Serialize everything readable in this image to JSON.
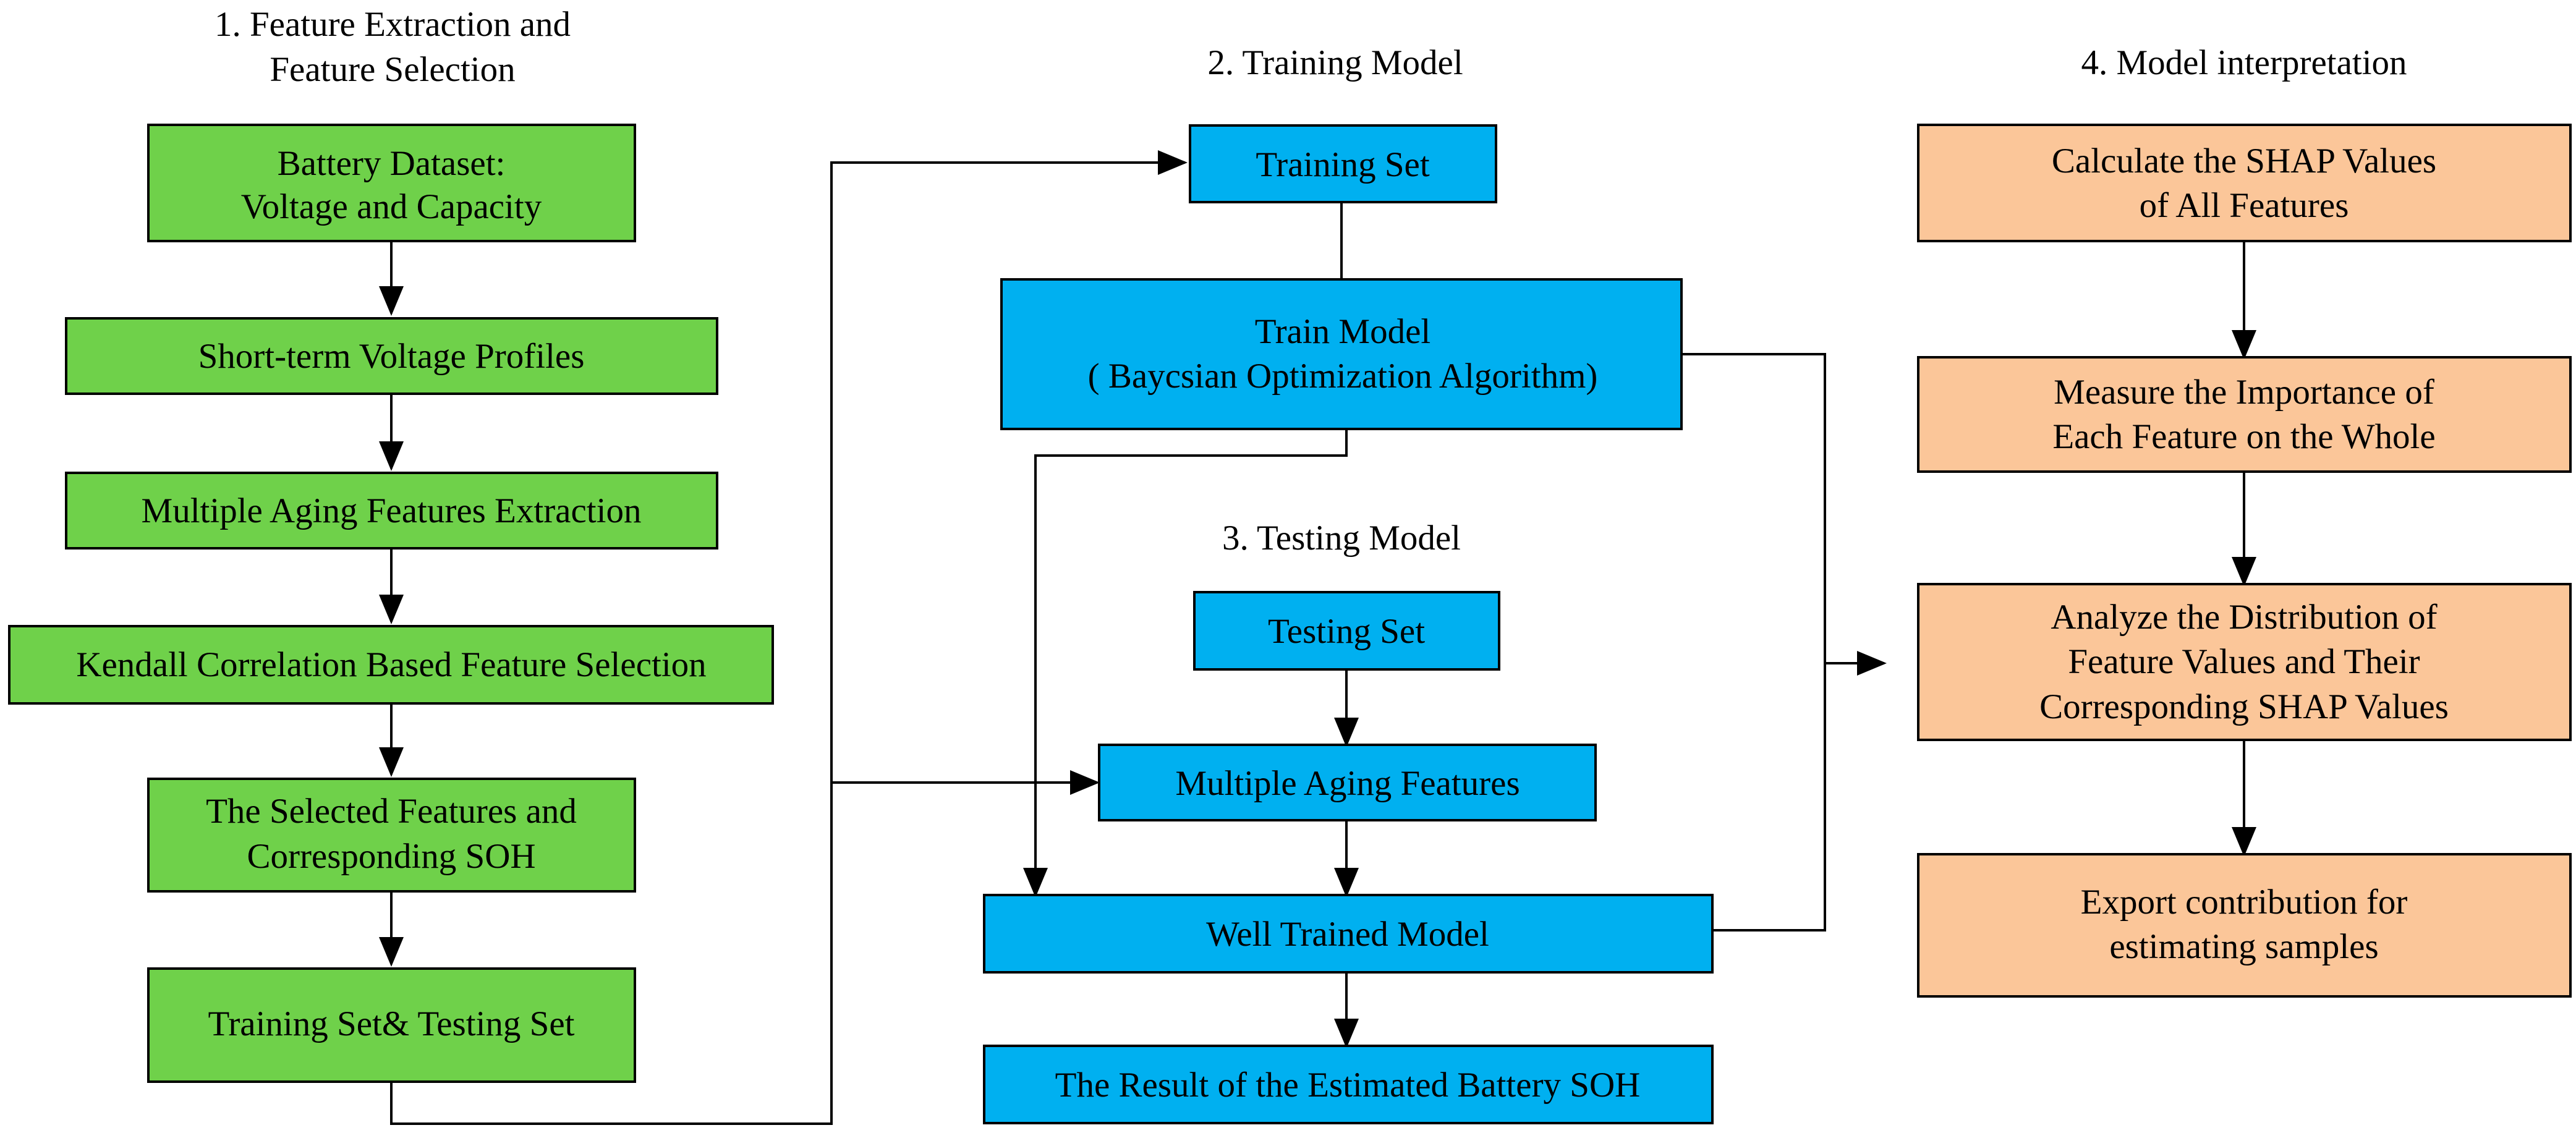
{
  "sections": {
    "s1_title_line1": "1. Feature Extraction and",
    "s1_title_line2": "Feature Selection",
    "s2_title": "2. Training Model",
    "s3_title": "3. Testing Model",
    "s4_title": "4. Model interpretation"
  },
  "feature_boxes": {
    "dataset_line1": "Battery Dataset:",
    "dataset_line2": "Voltage and  Capacity",
    "voltage_profiles": "Short-term Voltage Profiles",
    "aging_extraction": "Multiple Aging Features Extraction",
    "kendall": "Kendall Correlation Based Feature Selection",
    "selected_line1": "The Selected Features and",
    "selected_line2": "Corresponding SOH",
    "split": "Training Set& Testing Set"
  },
  "training_boxes": {
    "training_set": "Training Set",
    "train_model_line1": "Train Model",
    "train_model_line2": "( Baycsian Optimization Algorithm)"
  },
  "testing_boxes": {
    "testing_set": "Testing Set",
    "aging_features": "Multiple Aging Features",
    "well_trained": "Well Trained Model",
    "result": "The Result of the Estimated Battery SOH"
  },
  "interpretation_boxes": {
    "shap_line1": "Calculate the SHAP Values",
    "shap_line2": "of All Features",
    "importance_line1": "Measure the Importance of",
    "importance_line2": "Each Feature on the Whole",
    "distribution_line1": "Analyze the Distribution of",
    "distribution_line2": "Feature Values and Their",
    "distribution_line3": "Corresponding SHAP Values",
    "export_line1": "Export contribution for",
    "export_line2": "estimating samples"
  },
  "colors": {
    "feature_fill": "#6fd14a",
    "model_fill": "#00b0f0",
    "interpretation_fill": "#fbc699"
  }
}
